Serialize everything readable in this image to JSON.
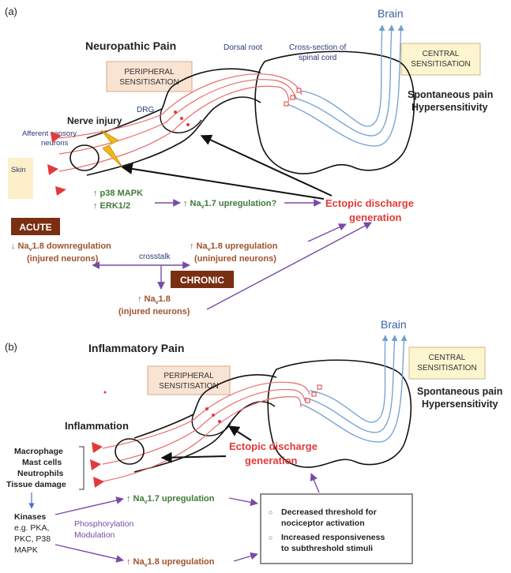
{
  "panel_a": {
    "label": "(a)",
    "title": "Neuropathic Pain",
    "brain": "Brain",
    "dorsal_root": "Dorsal root",
    "cross_section_l1": "Cross-section of",
    "cross_section_l2": "spinal cord",
    "central_sens_l1": "CENTRAL",
    "central_sens_l2": "SENSITISATION",
    "peripheral_sens_l1": "PERIPHERAL",
    "peripheral_sens_l2": "SENSITISATION",
    "spontaneous": "Spontaneous pain",
    "hypersensitivity": "Hypersensitivity",
    "drg": "DRG",
    "nerve_injury": "Nerve injury",
    "afferent_l1": "Afferent sensory",
    "afferent_l2": "neurons",
    "skin": "Skin",
    "p38": "↑ p38 MAPK",
    "erk": "↑ ERK1/2",
    "nav17_pre": "↑ Na",
    "nav17_sub": "v",
    "nav17_post": "1.7 upregulation?",
    "ectopic_l1": "Ectopic discharge",
    "ectopic_l2": "generation",
    "acute": "ACUTE",
    "chronic": "CHRONIC",
    "down_pre": "↓ Na",
    "down_sub": "v",
    "down_post": "1.8 downregulation",
    "down_l2": "(injured neurons)",
    "crosstalk": "crosstalk",
    "up_pre": "↑ Na",
    "up_sub": "v",
    "up_post": "1.8 upregulation",
    "up_l2": "(uninjured neurons)",
    "inj_pre": "↑ Na",
    "inj_sub": "v",
    "inj_post": "1.8",
    "inj_l2": "(injured neurons)"
  },
  "panel_b": {
    "label": "(b)",
    "title": "Inflammatory Pain",
    "brain": "Brain",
    "central_sens_l1": "CENTRAL",
    "central_sens_l2": "SENSITISATION",
    "peripheral_sens_l1": "PERIPHERAL",
    "peripheral_sens_l2": "SENSITISATION",
    "spontaneous": "Spontaneous pain",
    "hypersensitivity": "Hypersensitivity",
    "inflammation": "Inflammation",
    "macrophage": "Macrophage",
    "mast_cells": "Mast cells",
    "neutrophils": "Neutrophils",
    "tissue_damage": "Tissue damage",
    "ectopic_l1": "Ectopic discharge",
    "ectopic_l2": "generation",
    "kinases": "Kinases",
    "kinases_eg": "e.g. PKA,",
    "kinases_pkc": "PKC, P38",
    "kinases_mapk": "MAPK",
    "phosphorylation": "Phosphorylation",
    "modulation": "Modulation",
    "nav17_pre": "↑ Na",
    "nav17_sub": "v",
    "nav17_post": "1.7 upregulation",
    "nav18_pre": "↑ Na",
    "nav18_sub": "v",
    "nav18_post": "1.8 upregulation",
    "box_bullet": "○",
    "box_l1": "Decreased threshold for",
    "box_l2": "nociceptor activation",
    "box_l3": "Increased responsiveness",
    "box_l4": "to subthreshold stimuli"
  },
  "colors": {
    "red": "#e23a3a",
    "nerve_red": "#e86a6a",
    "blue_fiber": "#6f9fd0",
    "navy": "#2b3a7a",
    "green": "#3f7a3a",
    "brown": "#a0522d",
    "purple": "#7a4aa8",
    "dark_badge": "#7a2e12",
    "peripheral_box": "#f9e3d2",
    "central_box": "#fdf5cf",
    "skin_box": "#fdefc9",
    "lightning": "#f2b61a"
  }
}
